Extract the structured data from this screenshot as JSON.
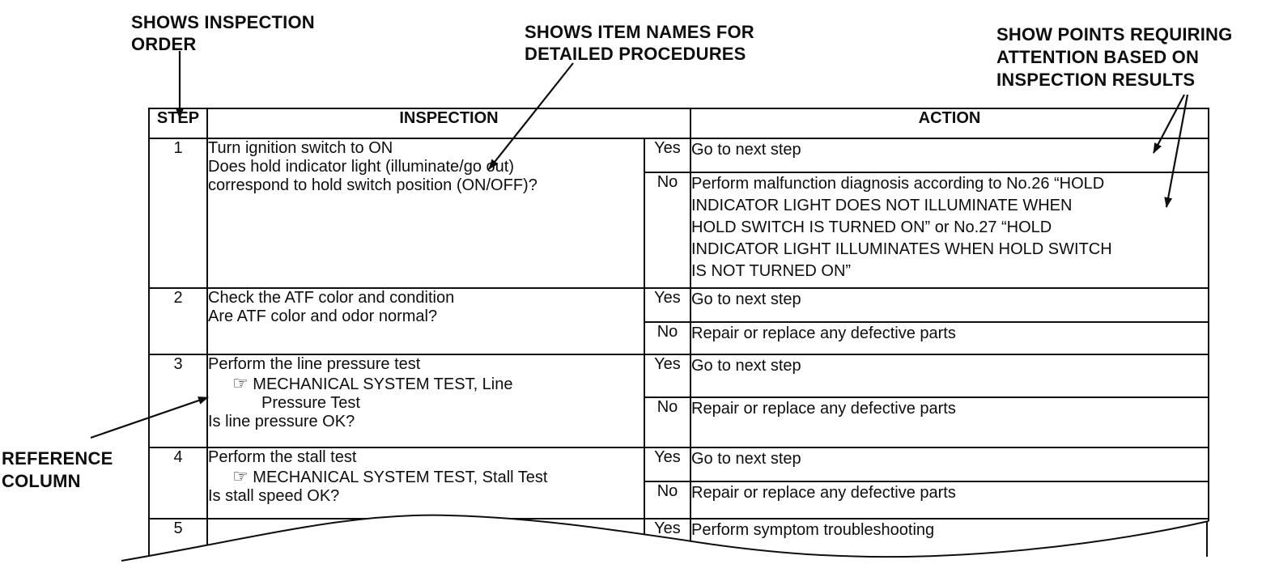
{
  "annotations": {
    "inspection_order": {
      "line1": "SHOWS INSPECTION",
      "line2": "ORDER"
    },
    "item_names": {
      "line1": "SHOWS ITEM NAMES FOR",
      "line2": "DETAILED PROCEDURES"
    },
    "attention_points": {
      "line1": "SHOW POINTS REQUIRING",
      "line2": "ATTENTION BASED ON",
      "line3": "INSPECTION RESULTS"
    },
    "reference_column": {
      "line1": "REFERENCE",
      "line2": "COLUMN"
    }
  },
  "table": {
    "headers": {
      "step": "STEP",
      "inspection": "INSPECTION",
      "action": "ACTION"
    },
    "reference_icon": "☞",
    "rows": [
      {
        "step": "1",
        "inspection_lines": [
          "Turn ignition switch to ON",
          "Does hold indicator light (illuminate/go out)",
          "correspond to hold switch position (ON/OFF)?"
        ],
        "yes_label": "Yes",
        "yes_action": "Go to next step",
        "no_label": "No",
        "no_action_lines": [
          "Perform malfunction diagnosis according to No.26 “HOLD",
          "INDICATOR LIGHT DOES NOT ILLUMINATE WHEN",
          "HOLD SWITCH IS TURNED ON” or No.27 “HOLD",
          "INDICATOR LIGHT ILLUMINATES WHEN HOLD SWITCH",
          "IS NOT TURNED ON”"
        ]
      },
      {
        "step": "2",
        "inspection_lines": [
          "Check the ATF color and condition",
          "Are ATF color and odor normal?"
        ],
        "yes_label": "Yes",
        "yes_action": "Go to next step",
        "no_label": "No",
        "no_action": "Repair or replace any defective parts"
      },
      {
        "step": "3",
        "intro": "Perform the line pressure test",
        "reference_text": "MECHANICAL SYSTEM TEST, Line",
        "reference_continuation": "Pressure Test",
        "question": "Is line pressure OK?",
        "yes_label": "Yes",
        "yes_action": "Go to next step",
        "no_label": "No",
        "no_action": "Repair or replace any defective parts"
      },
      {
        "step": "4",
        "intro": "Perform the stall test",
        "reference_text": "MECHANICAL SYSTEM TEST, Stall Test",
        "question": "Is stall speed OK?",
        "yes_label": "Yes",
        "yes_action": "Go to next step",
        "no_label": "No",
        "no_action": "Repair or replace any defective parts"
      },
      {
        "step": "5",
        "yes_label": "Yes",
        "yes_action": "Perform symptom troubleshooting"
      }
    ]
  }
}
